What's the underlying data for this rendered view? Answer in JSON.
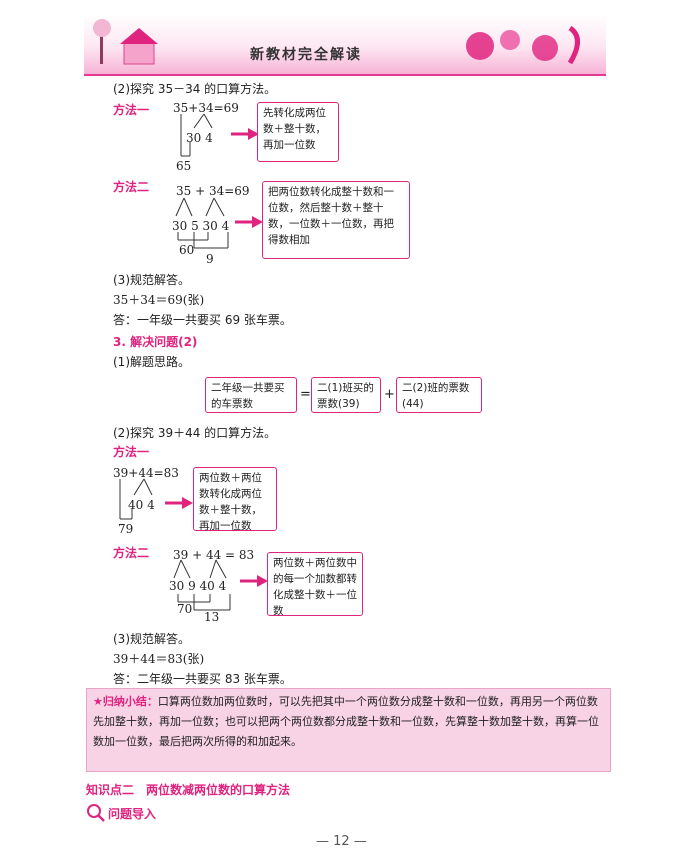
{
  "header": {
    "title": "新教材完全解读"
  },
  "section1": {
    "step2": "(2)探究 35－34 的口算方法。",
    "method1_label": "方法一",
    "m1_eq": "35+34=69",
    "m1_split": "30  4",
    "m1_result": "65",
    "m1_note": "先转化成两位数＋整十数，再加一位数",
    "method2_label": "方法二",
    "m2_eq": "35  + 34=69",
    "m2_split": "30  5 30  4",
    "m2_r1": "60",
    "m2_r2": "9",
    "m2_note": "把两位数转化成整十数和一位数，然后整十数＋整十数，一位数＋一位数，再把得数相加",
    "step3": "(3)规范解答。",
    "equation": "35＋34＝69(张)",
    "answer": "答：一年级一共要买 69 张车票。"
  },
  "section2": {
    "heading": "3. 解决问题(2)",
    "step1": "(1)解题思路。",
    "flow_a": "二年级一共要买的车票数",
    "flow_eq": "=",
    "flow_b": "二(1)班买的票数(39)",
    "flow_plus": "+",
    "flow_c": "二(2)班的票数(44)",
    "step2": "(2)探究 39＋44 的口算方法。",
    "method1_label": "方法一",
    "m1_eq": "39+44=83",
    "m1_split": "40  4",
    "m1_result": "79",
    "m1_note": "两位数＋两位数转化成两位数＋整十数，再加一位数",
    "method2_label": "方法二",
    "m2_eq": "39  +  44 = 83",
    "m2_split": "30  9  40  4",
    "m2_r1": "70",
    "m2_r2": "13",
    "m2_note": "两位数＋两位数中的每一个加数都转化成整十数＋一位数",
    "step3": "(3)规范解答。",
    "equation": "39＋44＝83(张)",
    "answer": "答：二年级一共要买 83 张车票。"
  },
  "summary": {
    "label": "★归纳小结：",
    "text": "口算两位数加两位数时，可以先把其中一个两位数分成整十数和一位数，再用另一个两位数先加整十数，再加一位数；也可以把两个两位数都分成整十数和一位数，先算整十数加整十数，再算一位数加一位数，最后把两次所得的和加起来。"
  },
  "knowledge": {
    "heading": "知识点二　两位数减两位数的口算方法"
  },
  "intro": {
    "label": "问题导入"
  },
  "footer": {
    "page": "— 12 —"
  },
  "colors": {
    "accent": "#e0237f",
    "summary_bg": "#f8d3e6"
  },
  "icons": [
    "magnifier-icon",
    "arrow-right-icon"
  ]
}
